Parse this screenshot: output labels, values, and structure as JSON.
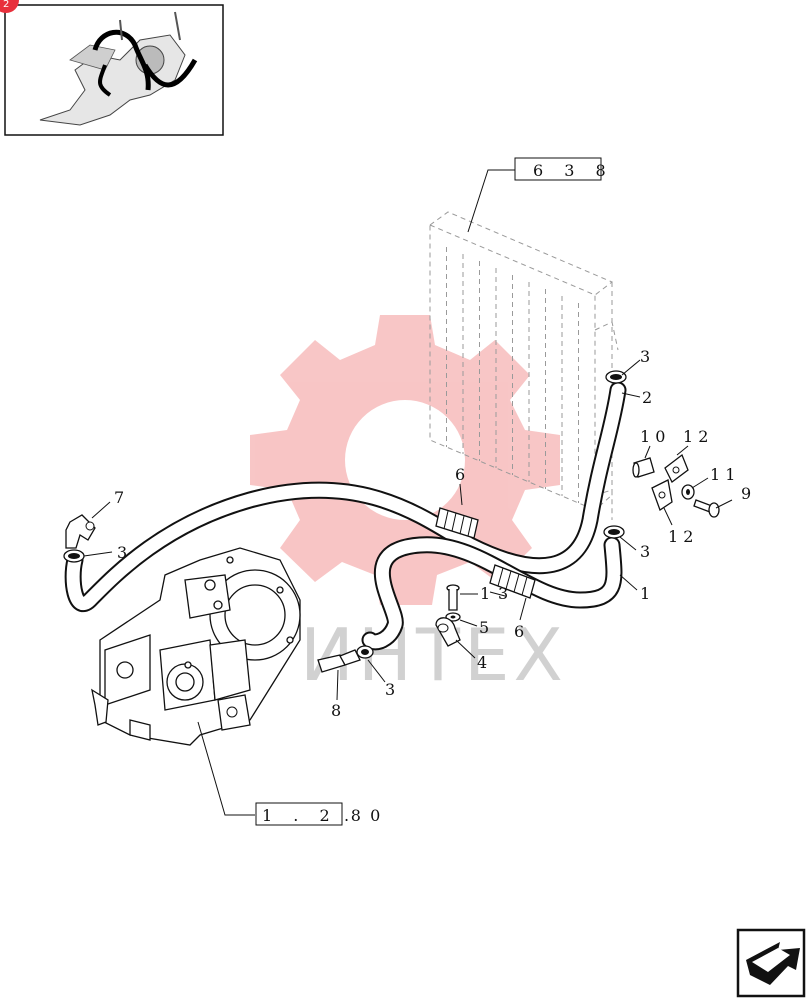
{
  "badge": {
    "text": "2",
    "color": "#e8303c"
  },
  "watermark": {
    "text": "ИНТЕХ",
    "color": "#f3a8a8"
  },
  "reference_boxes": {
    "radiator": "6 3 8",
    "transmission_box": "1 . 2 8",
    "transmission_suffix": ". 0"
  },
  "callouts": {
    "c3_top": "3",
    "c2": "2",
    "c10": "1 0",
    "c12_top": "1 2",
    "c11": "1 1",
    "c9": "9",
    "c12_bottom": "1 2",
    "c3_right": "3",
    "c1_right": "1",
    "c6_top": "6",
    "c7": "7",
    "c3_left": "3",
    "c1_bolt": "1",
    "c3_mid": "3",
    "c5": "5",
    "c6_bottom": "6",
    "c4": "4",
    "c3_bottom": "3",
    "c8": "8"
  },
  "icons": {
    "overview": "transmission-overview-icon",
    "navigation": "next-page-arrow-icon"
  }
}
